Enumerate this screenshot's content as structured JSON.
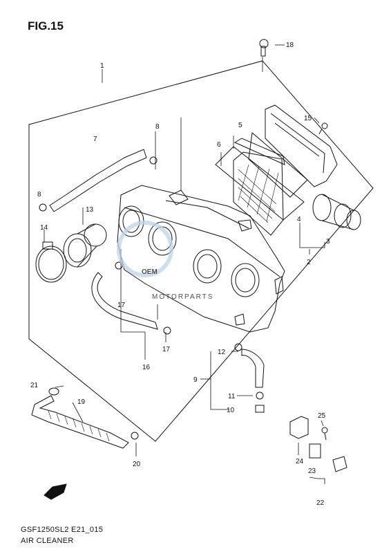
{
  "figure": {
    "title": "FIG.15",
    "model_code": "GSF1250SL2 E21_015",
    "caption": "AIR CLEANER"
  },
  "watermark": {
    "brand": "OEM",
    "sub": "MOTORPARTS"
  },
  "direction_tag": "FWD",
  "callouts": [
    "1",
    "2",
    "3",
    "4",
    "5",
    "6",
    "7",
    "8",
    "8",
    "9",
    "10",
    "11",
    "12",
    "13",
    "14",
    "15",
    "16",
    "17",
    "17",
    "18",
    "19",
    "20",
    "21",
    "22",
    "23",
    "24",
    "25"
  ],
  "colors": {
    "line": "#111111",
    "watermark": "#bcd3ea"
  }
}
